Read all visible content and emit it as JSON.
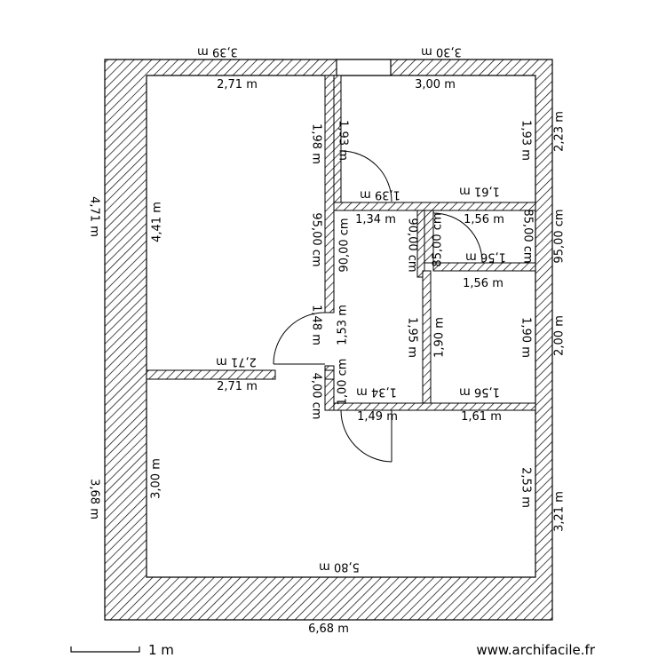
{
  "plan": {
    "source": "www.archifacile.fr",
    "scale_bar_label": "1 m",
    "colors": {
      "wall": "#000000",
      "background": "#ffffff"
    },
    "dimensions": {
      "top_left_outer": "3,39 m",
      "top_right_outer": "3,30 m",
      "room_a_top": "2,71 m",
      "room_b_top": "3,00 m",
      "left_outer_height": "4,71 m",
      "room_a_height": "4,41 m",
      "room_a_right": "1,98 m",
      "room_b_left": "1,93 m",
      "room_b_right": "1,93 m",
      "right_outer_top": "2,23 m",
      "room_b_bottom": "1,61 m",
      "closet_top": "1,39 m",
      "hall_top": "1,34 m",
      "small_top": "1,56 m",
      "hall_left_95": "95,00 cm",
      "hall_left_90": "90,00 cm",
      "hall_mid_90": "90,00 cm",
      "small_left_85": "85,00 cm",
      "small_right_85": "85,00 cm",
      "right_outer_95": "95,00 cm",
      "small_bottom": "1,56 m",
      "bath_top": "1,56 m",
      "hall_right_148": "1,48 m",
      "hall_153": "1,53 m",
      "hall_195": "1,95 m",
      "bath_left": "1,90 m",
      "bath_right": "1,90 m",
      "right_outer_200": "2,00 m",
      "room_a_bottom": "2,71 m",
      "room_c_top": "2,71 m",
      "hall_bottom": "1,34 m",
      "bath_bottom": "1,56 m",
      "hall_left_100": "1,00 cm",
      "hall_left_400": "4,00 cm",
      "passage": "1,49 m",
      "bath_below": "1,61 m",
      "left_outer_bottom": "3,68 m",
      "room_c_left": "3,00 m",
      "room_c_right": "2,53 m",
      "right_outer_bottom": "3,21 m",
      "room_c_bottom": "5,80 m",
      "bottom_outer": "6,68 m"
    }
  }
}
